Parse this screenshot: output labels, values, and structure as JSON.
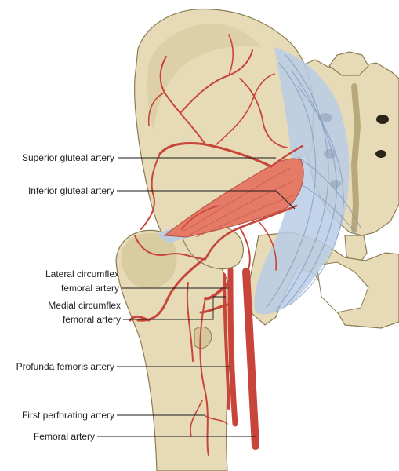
{
  "colors": {
    "bone": "#e6dbb6",
    "bone_shade": "#cdbf93",
    "artery": "#d5574a",
    "artery_dark": "#b23a30",
    "muscle": "#e57a66",
    "ligament": "#b9cce6",
    "label_text": "#222222"
  },
  "labels": [
    {
      "id": "superior-gluteal-artery",
      "text": "Superior gluteal artery"
    },
    {
      "id": "inferior-gluteal-artery",
      "text": "Inferior gluteal artery"
    },
    {
      "id": "lateral-circumflex-femoral-artery",
      "lines": [
        "Lateral circumflex",
        "femoral artery"
      ]
    },
    {
      "id": "medial-circumflex-femoral-artery",
      "lines": [
        "Medial circumflex",
        "femoral artery"
      ]
    },
    {
      "id": "profunda-femoris-artery",
      "text": "Profunda femoris artery"
    },
    {
      "id": "first-perforating-artery",
      "text": "First perforating artery"
    },
    {
      "id": "femoral-artery",
      "text": "Femoral artery"
    }
  ]
}
